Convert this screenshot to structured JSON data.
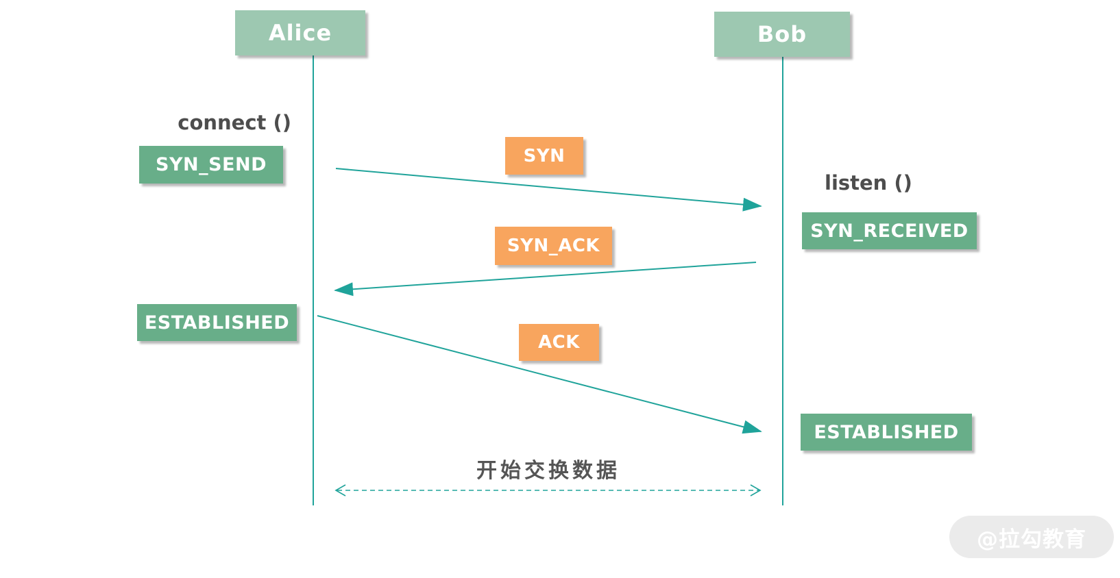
{
  "diagram": {
    "type": "sequence-diagram",
    "topic": "TCP three-way handshake",
    "actors": {
      "left": "Alice",
      "right": "Bob"
    },
    "calls": {
      "left": "connect ()",
      "right": "listen ()"
    },
    "states": {
      "syn_send": "SYN_SEND",
      "syn_received": "SYN_RECEIVED",
      "established_left": "ESTABLISHED",
      "established_right": "ESTABLISHED"
    },
    "messages": {
      "syn": "SYN",
      "syn_ack": "SYN_ACK",
      "ack": "ACK"
    },
    "footer": {
      "exchange_label": "开始交换数据"
    },
    "watermark": {
      "label": "@拉勾教育"
    },
    "colors": {
      "actor_green": "#9dc8b1",
      "state_green": "#68ae89",
      "message_orange": "#f8a55e",
      "line_teal": "#1fa39a",
      "text_dark": "#4d4d4d",
      "watermark_gray": "#ebebeb"
    }
  }
}
